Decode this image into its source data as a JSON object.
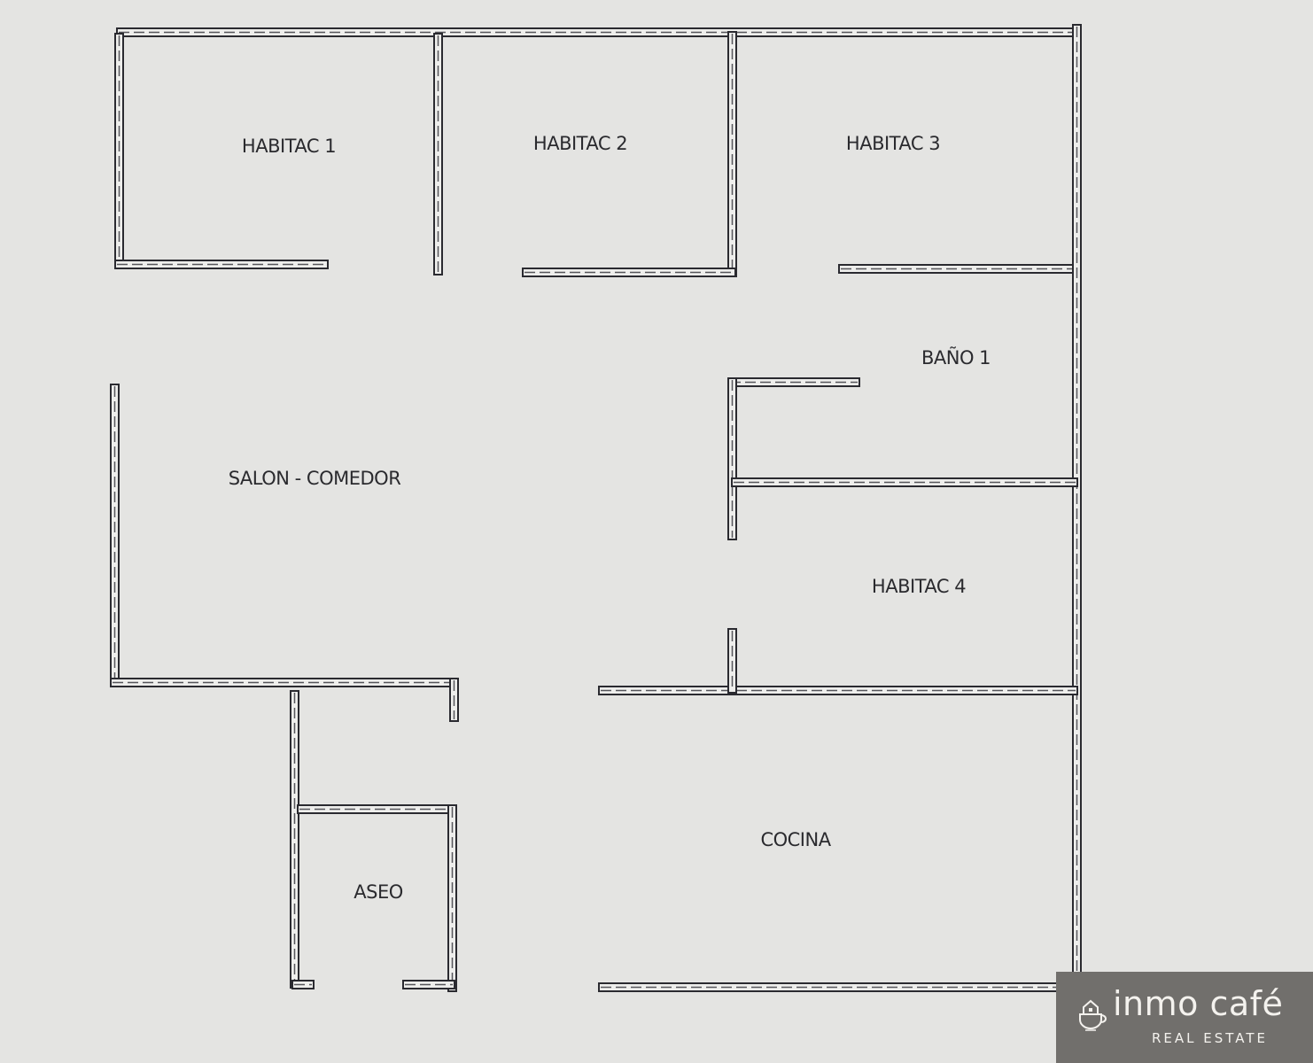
{
  "rooms": {
    "habitac1": "HABITAC 1",
    "habitac2": "HABITAC 2",
    "habitac3": "HABITAC 3",
    "bano1": "BAÑO 1",
    "salon": "SALON - COMEDOR",
    "habitac4": "HABITAC 4",
    "cocina": "COCINA",
    "aseo": "ASEO"
  },
  "logo": {
    "brand": "inmo café",
    "tagline": "REAL ESTATE",
    "icon": "house-in-coffee-cup-icon",
    "background": "#716f6c"
  },
  "colors": {
    "background": "#e4e4e2",
    "wall": "#2a2a30"
  }
}
